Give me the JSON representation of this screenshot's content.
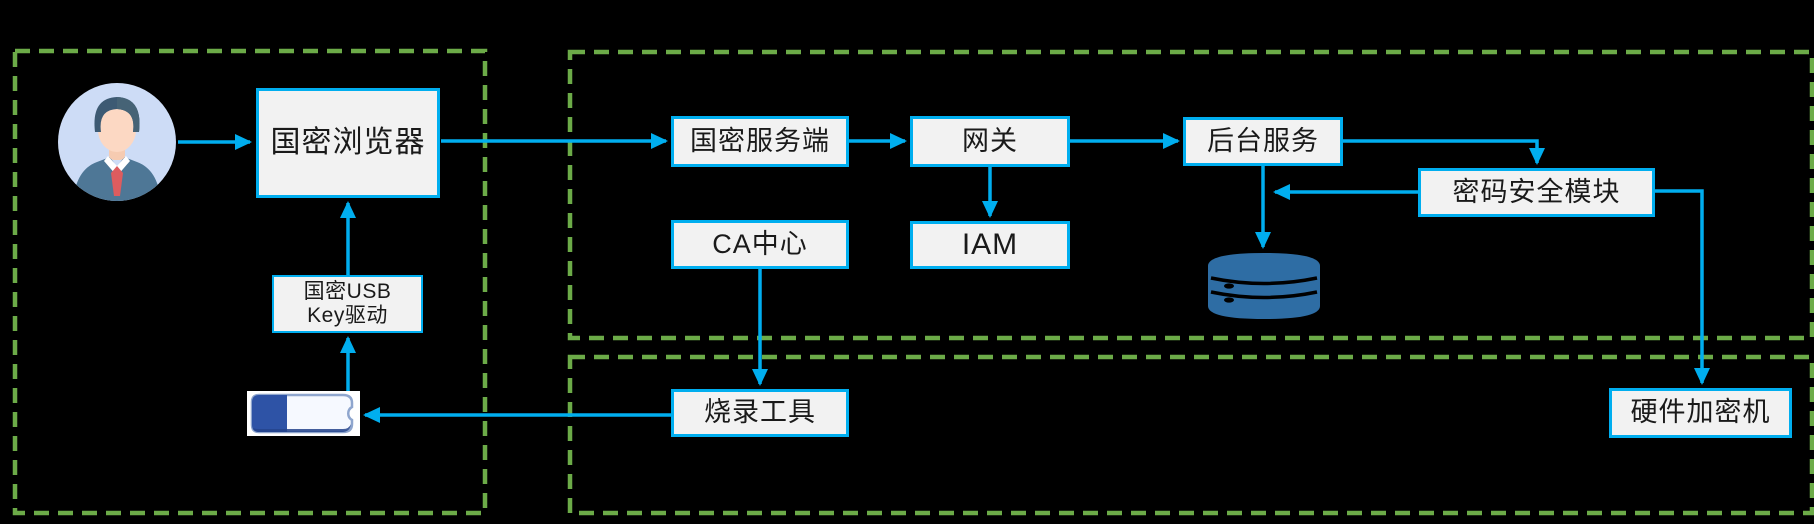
{
  "diagram": {
    "type": "flow-diagram",
    "background_color": "#000000",
    "colors": {
      "connector_blue": "#00AEEF",
      "region_border_green": "#6CAB48",
      "node_fill": "#F2F2F2",
      "node_text": "#1a1a1a",
      "database_blue": "#2E6DA4",
      "usb_cap_blue": "#2E53A6",
      "avatar_suit": "#4E7796",
      "avatar_tie": "#DD5C5F"
    },
    "nodes": {
      "browser": {
        "label": "国密浏览器"
      },
      "usb_driver": {
        "label_line1": "国密USB",
        "label_line2": "Key驱动"
      },
      "server": {
        "label": "国密服务端"
      },
      "gateway": {
        "label": "网关"
      },
      "ca_center": {
        "label": "CA中心"
      },
      "iam": {
        "label": "IAM"
      },
      "backend": {
        "label": "后台服务"
      },
      "crypto_module": {
        "label": "密码安全模块"
      },
      "hsm": {
        "label": "硬件加密机"
      },
      "burn_tool": {
        "label": "烧录工具"
      }
    },
    "icons": [
      {
        "name": "user-avatar-icon"
      },
      {
        "name": "usb-key-icon"
      },
      {
        "name": "database-icon"
      }
    ],
    "edges": [
      {
        "from": "user-avatar",
        "to": "browser"
      },
      {
        "from": "browser",
        "to": "server"
      },
      {
        "from": "server",
        "to": "gateway"
      },
      {
        "from": "gateway",
        "to": "backend"
      },
      {
        "from": "gateway",
        "to": "iam"
      },
      {
        "from": "backend",
        "to": "crypto_module"
      },
      {
        "from": "crypto_module",
        "to": "backend"
      },
      {
        "from": "backend",
        "to": "database"
      },
      {
        "from": "crypto_module",
        "to": "hsm"
      },
      {
        "from": "ca_center",
        "to": "burn_tool"
      },
      {
        "from": "burn_tool",
        "to": "usb_key"
      },
      {
        "from": "usb_key",
        "to": "usb_driver"
      },
      {
        "from": "usb_driver",
        "to": "browser"
      }
    ],
    "regions": [
      {
        "name": "client-zone"
      },
      {
        "name": "service-zone"
      },
      {
        "name": "provision-zone"
      }
    ]
  }
}
